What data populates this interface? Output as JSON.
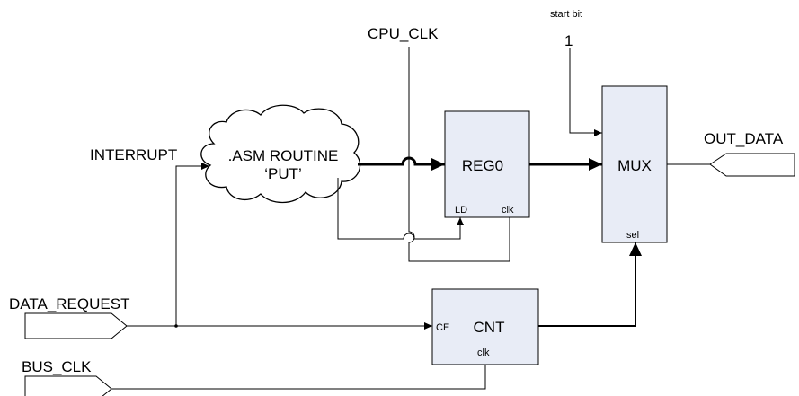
{
  "signals": {
    "cpu_clk": "CPU_CLK",
    "start_bit_caption": "start bit",
    "start_bit_value": "1",
    "interrupt": "INTERRUPT",
    "out_data": "OUT_DATA",
    "data_request": "DATA_REQUEST",
    "bus_clk": "BUS_CLK"
  },
  "routine": {
    "line1": ".ASM ROUTINE",
    "line2": "‘PUT’"
  },
  "reg0": {
    "name": "REG0",
    "pin_ld": "LD",
    "pin_clk": "clk"
  },
  "mux": {
    "name": "MUX",
    "pin_sel": "sel"
  },
  "cnt": {
    "name": "CNT",
    "pin_ce": "CE",
    "pin_clk": "clk"
  }
}
